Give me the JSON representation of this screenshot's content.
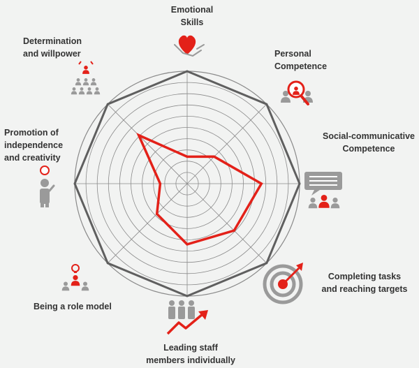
{
  "chart_data": {
    "type": "radar",
    "axes": [
      {
        "label_lines": [
          "Emotional",
          "Skills"
        ],
        "icon": "heart-in-hand-icon"
      },
      {
        "label_lines": [
          "Personal",
          "Competence"
        ],
        "icon": "magnifier-on-person-icon"
      },
      {
        "label_lines": [
          "Social-communicative",
          "Competence"
        ],
        "icon": "speech-bubble-people-icon"
      },
      {
        "label_lines": [
          "Completing tasks",
          "and reaching targets"
        ],
        "icon": "target-arrow-icon"
      },
      {
        "label_lines": [
          "Leading staff",
          "members individually"
        ],
        "icon": "team-growth-arrow-icon"
      },
      {
        "label_lines": [
          "Being a role model"
        ],
        "icon": "idea-leader-icon"
      },
      {
        "label_lines": [
          "Promotion of",
          "independence",
          "and creativity"
        ],
        "icon": "person-idea-icon"
      },
      {
        "label_lines": [
          "Determination",
          "and willpower"
        ],
        "icon": "leader-on-podium-icon"
      }
    ],
    "scale": {
      "min": 0,
      "max": 10,
      "rings": 10
    },
    "series": [
      {
        "values": [
          10,
          10,
          10,
          10,
          10,
          10,
          10,
          10
        ],
        "color": "#5f5f5f"
      },
      {
        "values": [
          2.4,
          3.4,
          6.6,
          5.9,
          5.4,
          3.8,
          2.4,
          6.1
        ],
        "color": "#e32119"
      }
    ],
    "grid": true,
    "colors": {
      "accent": "#e32119",
      "grid": "#8a8a8a",
      "icon_gray": "#9a9a9a",
      "background": "#f2f3f2"
    }
  }
}
